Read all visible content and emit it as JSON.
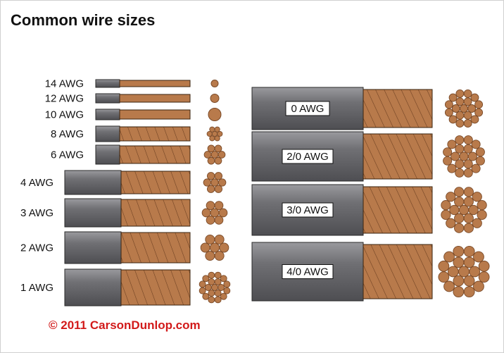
{
  "title": "Common wire sizes",
  "copyright": "© 2011 CarsonDunlop.com",
  "colors": {
    "insulation": "#6e6e72",
    "insulation_light": "#a7a7ab",
    "copper": "#b87a4b",
    "copper_dark": "#7a4a28",
    "copyright": "#d21a1a"
  },
  "small_wires": [
    {
      "label": "14 AWG",
      "stranded": false,
      "strands": 1
    },
    {
      "label": "12 AWG",
      "stranded": false,
      "strands": 1
    },
    {
      "label": "10 AWG",
      "stranded": false,
      "strands": 1
    },
    {
      "label": "8 AWG",
      "stranded": true,
      "strands": 7
    },
    {
      "label": "6 AWG",
      "stranded": true,
      "strands": 7
    },
    {
      "label": "4 AWG",
      "stranded": true,
      "strands": 7
    },
    {
      "label": "3 AWG",
      "stranded": true,
      "strands": 7
    },
    {
      "label": "2 AWG",
      "stranded": true,
      "strands": 7
    },
    {
      "label": "1 AWG",
      "stranded": true,
      "strands": 19
    }
  ],
  "large_wires": [
    {
      "label": "0 AWG",
      "strands": 19
    },
    {
      "label": "2/0 AWG",
      "strands": 19
    },
    {
      "label": "3/0 AWG",
      "strands": 19
    },
    {
      "label": "4/0 AWG",
      "strands": 19
    }
  ]
}
